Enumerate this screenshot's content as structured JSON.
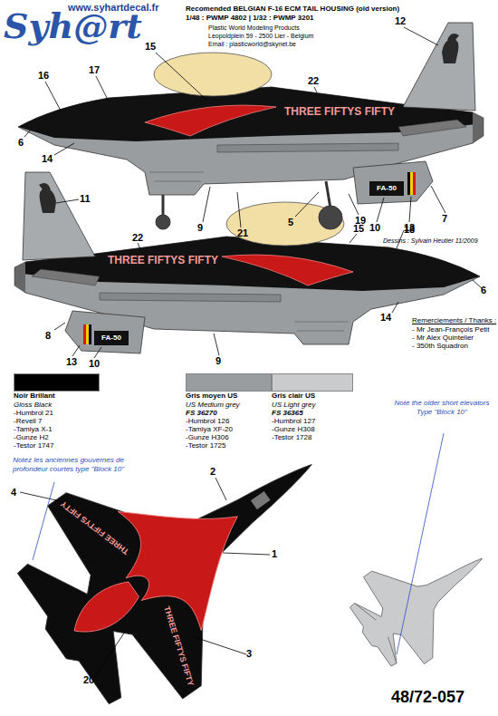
{
  "diagram": {
    "labels": [
      "www.syhartdecal.fr",
      "Syh@rt",
      "Recomended BELGIAN F-16 ECM TAIL HOUSING (old version)",
      "1/48 : PWMP 4802 | 1/32 : PWMP 3201",
      "Plastic World Modeling Products",
      "Leopoldplein 59 - 2500 Lier - Belgium",
      "Email : plasticworld@skynet.be",
      "12",
      "16",
      "17",
      "15",
      "22",
      "THREE FIFTYS FIFTY",
      "6",
      "14",
      "9",
      "21",
      "5",
      "19",
      "FA-50",
      "10",
      "13",
      "7",
      "11",
      "22",
      "THREE FIFTYS FIFTY",
      "15",
      "18",
      "6",
      "14",
      "FA-50",
      "8",
      "13",
      "10",
      "9",
      "Dessins : Sylvain Heutier 11/2009",
      "Gloss Black",
      "-Humbrol 21",
      "-Revell 7",
      "-Tamiya X-1",
      "-Gunze H2",
      "-Testor 1747",
      "US Medium grey",
      "FS 36270",
      "-Humbrol 126",
      "-Tamiya XF-20",
      "-Gunze H306",
      "-Testor 1725",
      "US Light grey",
      "FS 36365",
      "-Humbrol 127",
      "-Gunze H308",
      "-Testor 1728",
      "Remerciements / Thanks :",
      "- Mr Jean-François Petit",
      "- Mr Alex Quintelier",
      "- 350th Squadron",
      "Notez les anciennes gouvernes de profondeur courtes type \"Block 10\"",
      "Note the older short elevators Type \"Block 10\"",
      "2",
      "4",
      "THREE FIFTYS FIFTY",
      "1",
      "THREE FIFTYS FIFTY",
      "3",
      "20",
      "48/72-057"
    ],
    "legend": [
      {
        "text": "Noir Brillant",
        "color": "#000000"
      },
      {
        "text": "Gris moyen US",
        "color": "#9a9da0"
      },
      {
        "text": "Gris clair US",
        "color": "#c9cbcd"
      }
    ]
  }
}
